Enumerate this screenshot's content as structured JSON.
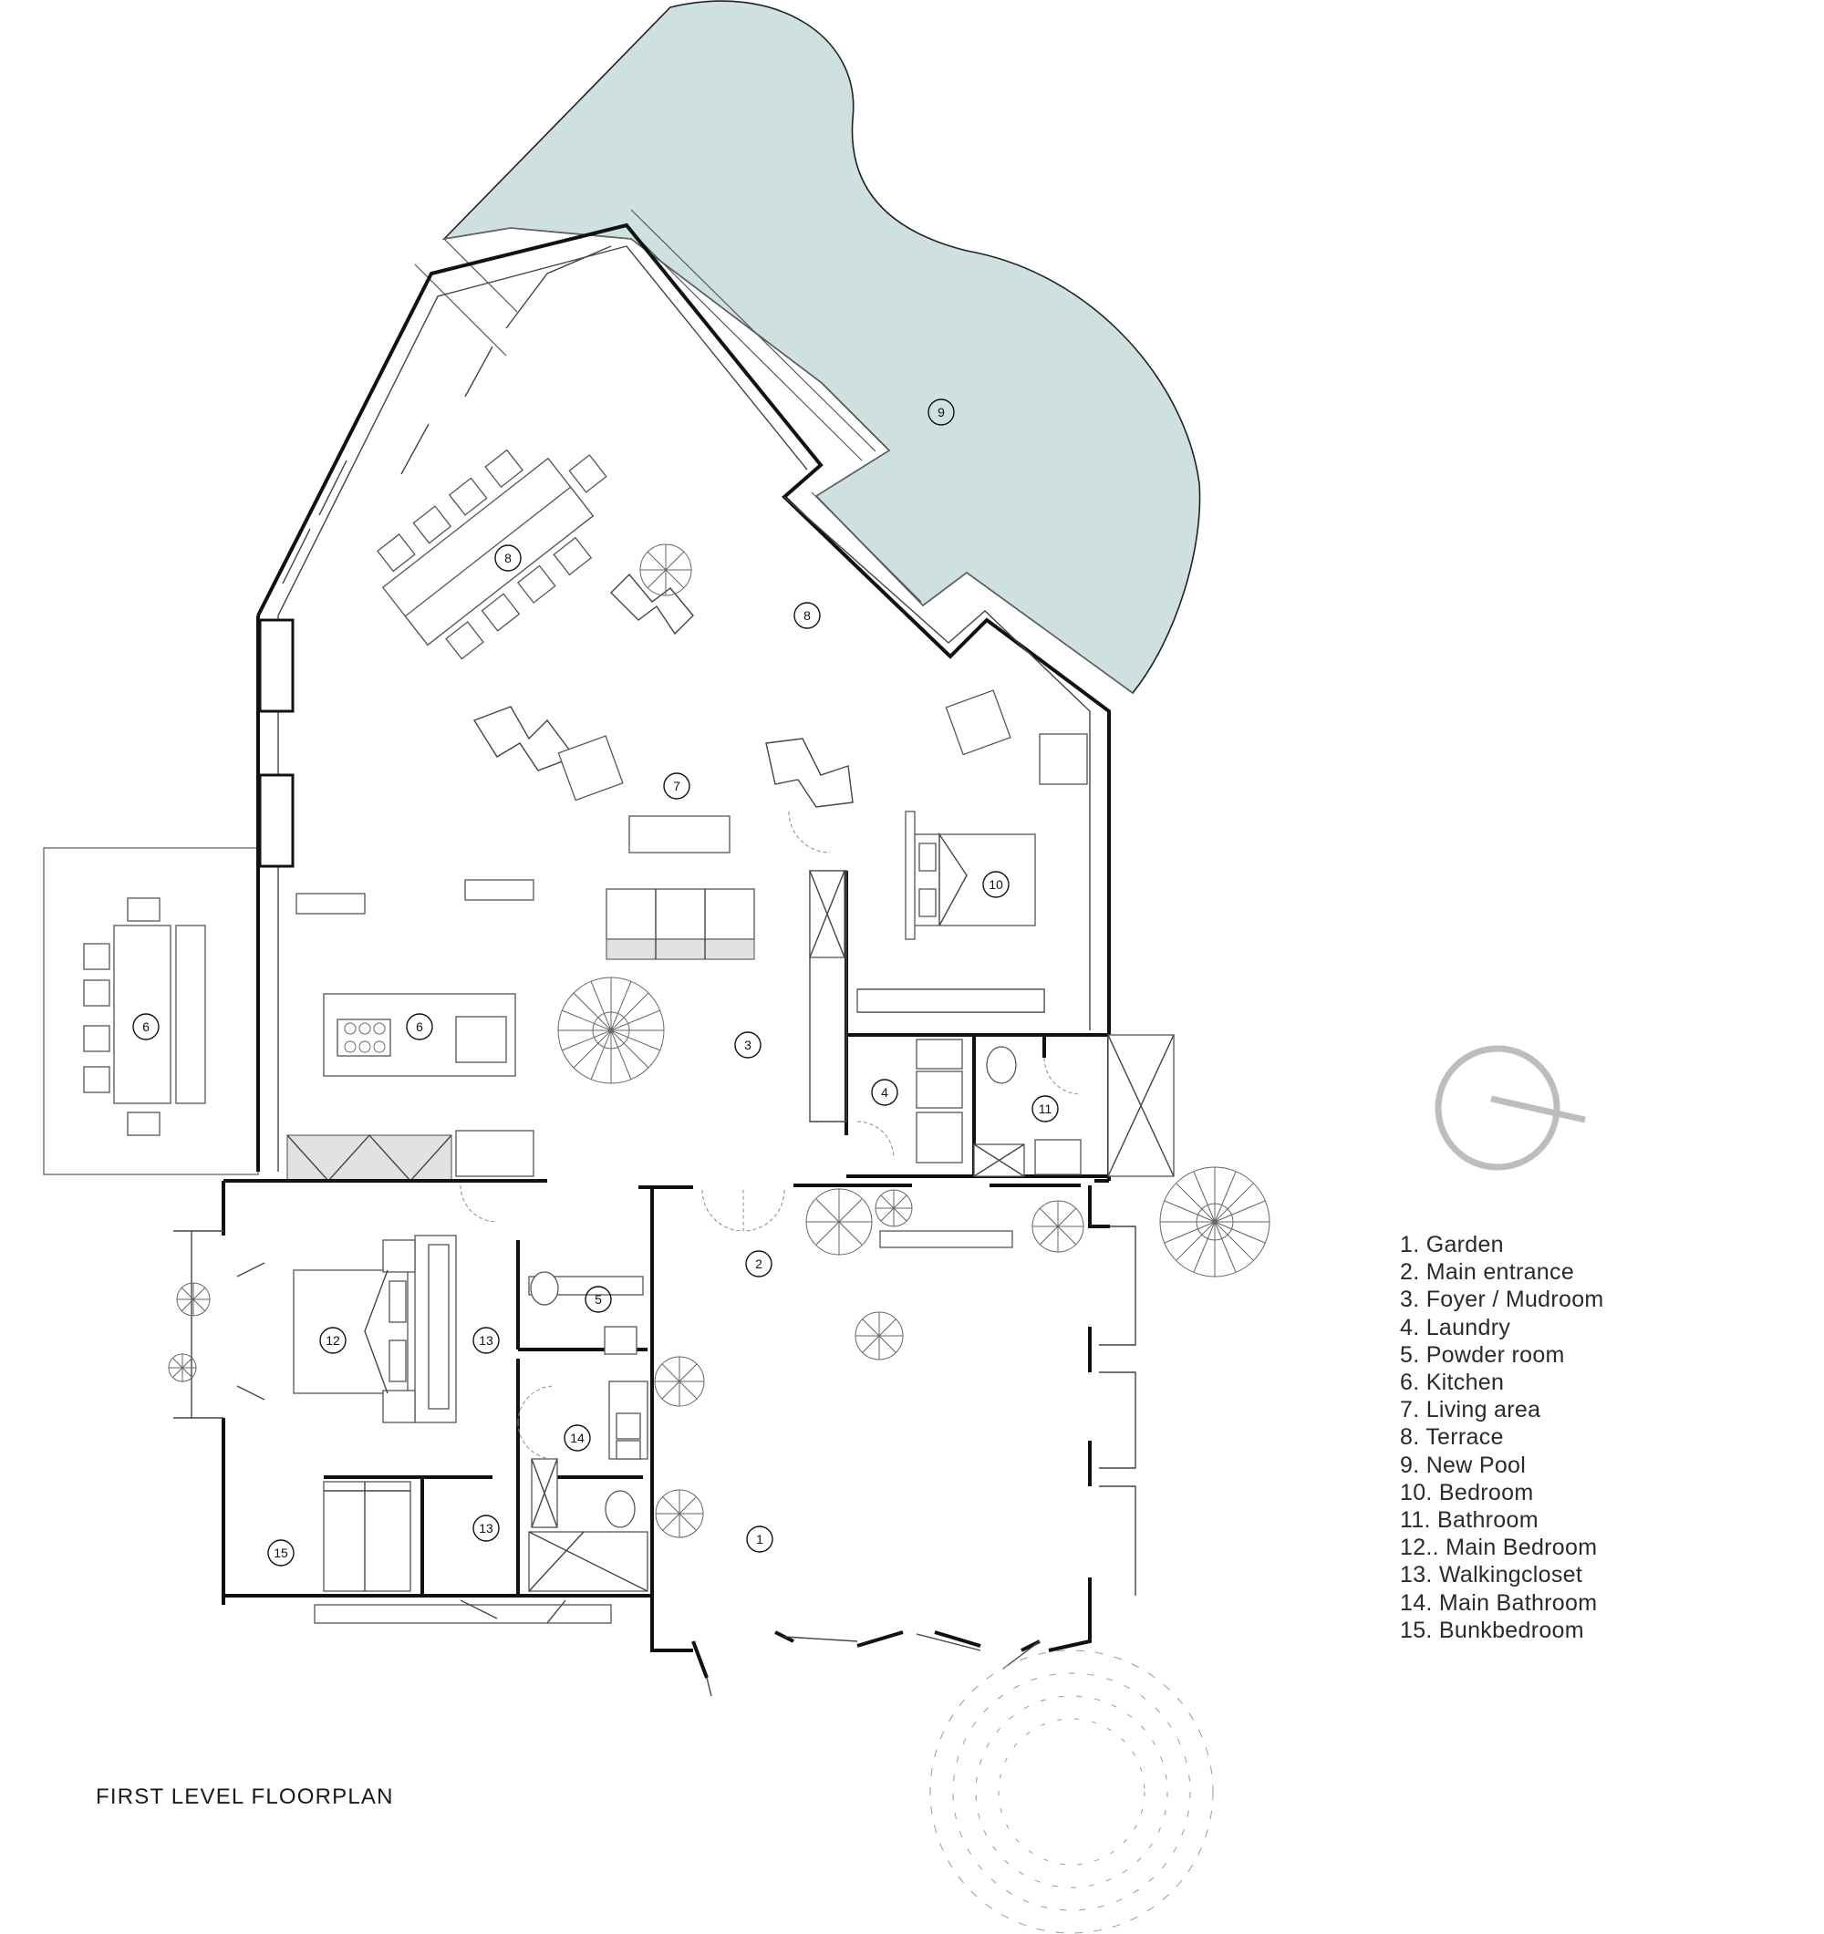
{
  "title": "FIRST LEVEL FLOORPLAN",
  "legend": [
    "1. Garden",
    "2. Main entrance",
    "3. Foyer / Mudroom",
    "4. Laundry",
    "5. Powder room",
    "6. Kitchen",
    "7. Living area",
    "8. Terrace",
    "9. New Pool",
    "10. Bedroom",
    "11. Bathroom",
    "12.. Main Bedroom",
    "13. Walkingcloset",
    "14. Main Bathroom",
    "15. Bunkbedroom"
  ],
  "room_markers": [
    "9",
    "8",
    "8",
    "7",
    "10",
    "6",
    "6",
    "3",
    "4",
    "11",
    "2",
    "5",
    "12",
    "13",
    "14",
    "13",
    "15",
    "1"
  ],
  "colors": {
    "pool": "#cfe0e1",
    "wall": "#111111",
    "furniture_grey": "#e2e2e2",
    "north_symbol": "#bdbdbd"
  },
  "north_symbol": "north-arrow-icon"
}
